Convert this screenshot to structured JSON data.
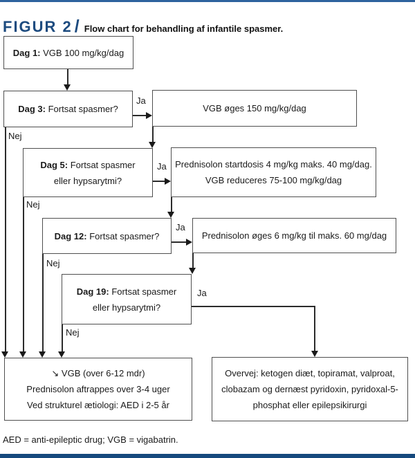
{
  "header": {
    "figure_label": "FIGUR 2",
    "slash": "/",
    "title": "Flow chart for behandling af infantile spasmer."
  },
  "labels": {
    "yes": "Ja",
    "no": "Nej"
  },
  "boxes": {
    "dag1": {
      "bold": "Dag 1:",
      "rest": " VGB 100 mg/kg/dag"
    },
    "dag3": {
      "bold": "Dag 3:",
      "rest": " Fortsat spasmer?"
    },
    "vgb_increase": {
      "line1": "VGB øges 150 mg/kg/dag"
    },
    "dag5": {
      "bold": "Dag 5:",
      "rest": " Fortsat spasmer",
      "line2": "eller hypsarytmi?"
    },
    "prednisolon_start": {
      "line1": "Prednisolon startdosis 4 mg/kg maks. 40 mg/dag.",
      "line2": "VGB reduceres 75-100 mg/kg/dag"
    },
    "dag12": {
      "bold": "Dag 12:",
      "rest": " Fortsat spasmer?"
    },
    "prednisolon_increase": {
      "line1": "Prednisolon øges 6 mg/kg til maks. 60 mg/dag"
    },
    "dag19": {
      "bold": "Dag 19:",
      "rest": " Fortsat spasmer",
      "line2": "eller hypsarytmi?"
    },
    "outcome_taper": {
      "line1": "↘ VGB (over 6-12 mdr)",
      "line2": "Prednisolon aftrappes over 3-4 uger",
      "line3": "Ved strukturel ætiologi: AED i 2-5 år"
    },
    "outcome_consider": {
      "line1": "Overvej: ketogen diæt, topiramat, valproat,",
      "line2": "clobazam og dernæst pyridoxin, pyridoxal-5-",
      "line3": "phosphat eller epilepsikirurgi"
    }
  },
  "footnote": "AED = anti-epileptic drug; VGB = vigabatrin.",
  "colors": {
    "accent_blue": "#1d4b7f",
    "top_bar": "#2e639e",
    "bottom_bar": "#15497d",
    "box_border": "#4f4f4f",
    "line": "#2b2b2b"
  }
}
